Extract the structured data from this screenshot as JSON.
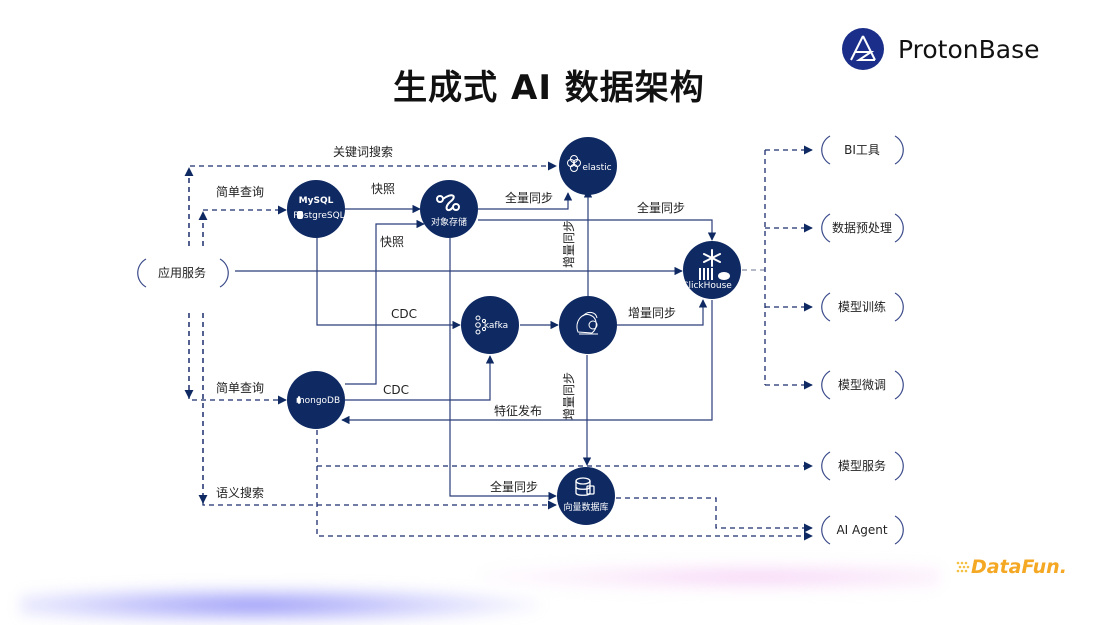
{
  "title": "生成式 AI 数据架构",
  "brand": {
    "name": "ProtonBase",
    "logo_color": "#1b2f8a"
  },
  "footer_brand": "DataFun.",
  "colors": {
    "node": "#0f2a63",
    "line": "#2b3d7a",
    "brand_orange": "#f4a824"
  },
  "nodes": {
    "app_service": "应用服务",
    "mysql": "MySQL",
    "postgresql": "PostgreSQL",
    "object_storage": "对象存储",
    "elastic": "elastic",
    "kafka": "kafka",
    "flink": "flink-icon",
    "clickhouse": "ClickHouse",
    "mongodb": "mongoDB",
    "vector_db": "向量数据库"
  },
  "edges": {
    "keyword_search": "关键词搜索",
    "simple_query_top": "简单查询",
    "snapshot_1": "快照",
    "snapshot_2": "快照",
    "full_sync_elastic": "全量同步",
    "full_sync_clickhouse": "全量同步",
    "incremental_sync_elastic": "增量同步",
    "cdc_mysql": "CDC",
    "cdc_mongo": "CDC",
    "incremental_sync_clickhouse": "增量同步",
    "incremental_sync_vector": "增量同步",
    "simple_query_bottom": "简单查询",
    "feature_publish": "特征发布",
    "semantic_search": "语义搜索",
    "full_sync_vector": "全量同步"
  },
  "consumers": [
    "BI工具",
    "数据预处理",
    "模型训练",
    "模型微调",
    "模型服务",
    "AI Agent"
  ]
}
